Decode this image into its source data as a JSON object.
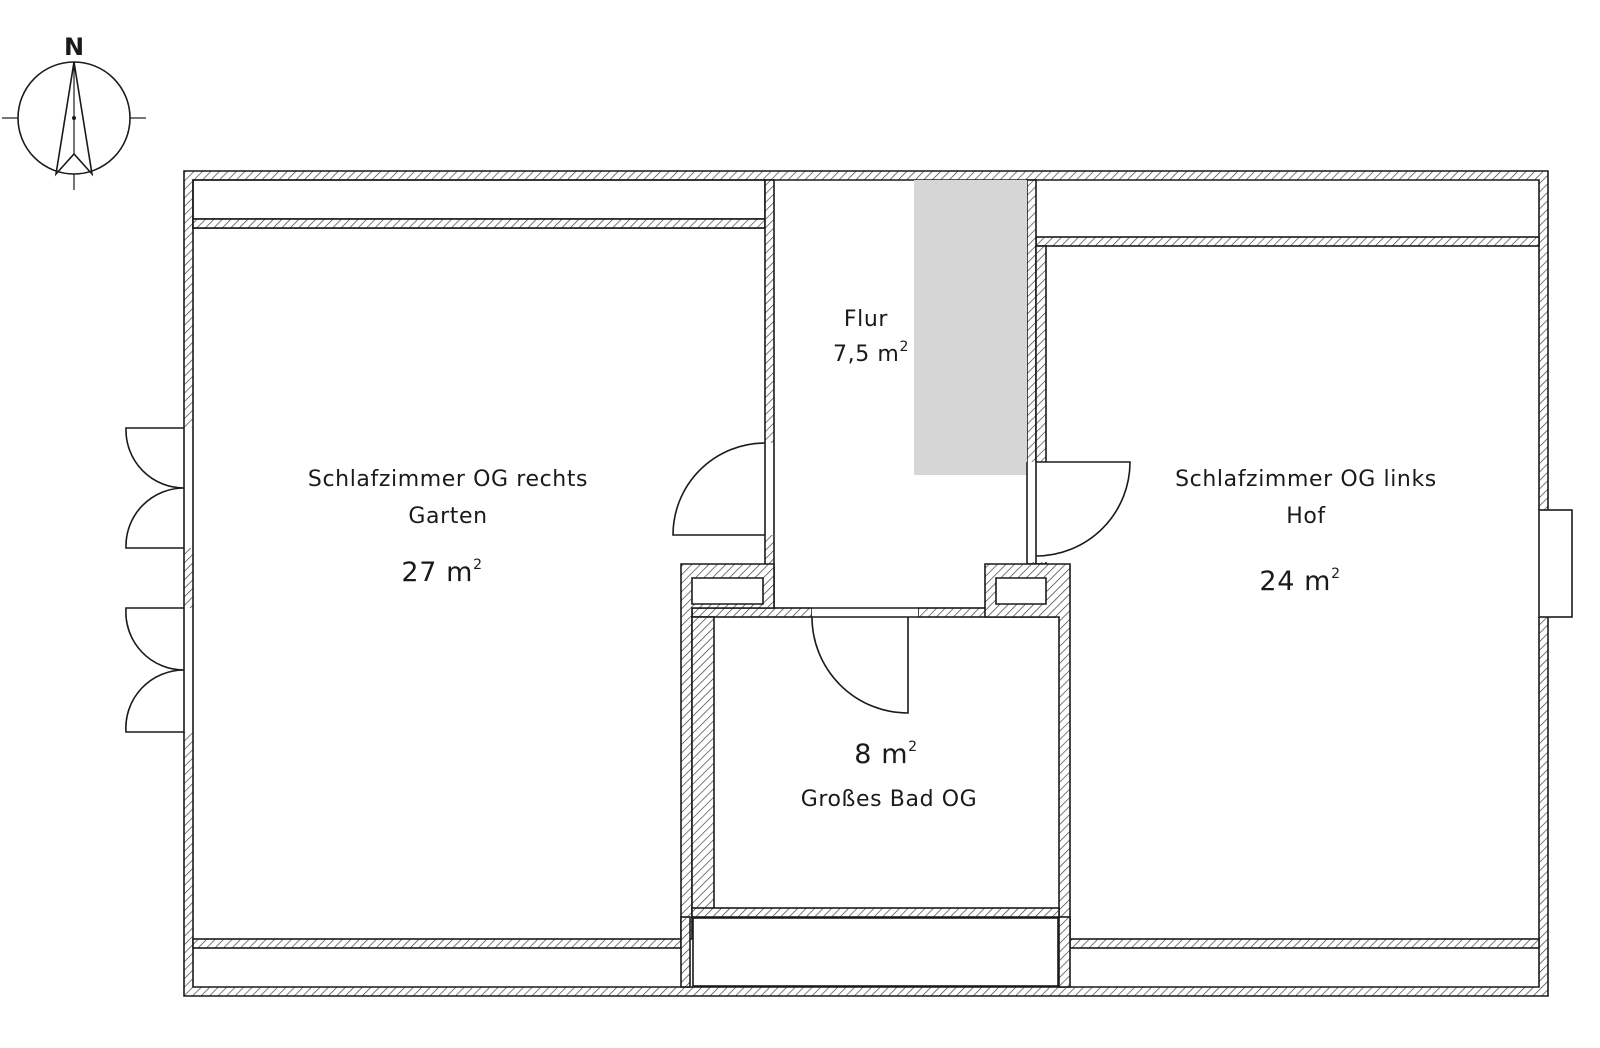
{
  "compass": {
    "north_label": "N",
    "icon": "north-arrow-icon"
  },
  "rooms": {
    "bedroom_right": {
      "name": "Schlafzimmer OG rechts",
      "sub": "Garten",
      "area": "27 m",
      "unit_exp": "2"
    },
    "hall": {
      "name": "Flur",
      "area": "7,5 m",
      "unit_exp": "2"
    },
    "bedroom_left": {
      "name": "Schlafzimmer OG links",
      "sub": "Hof",
      "area": "24 m",
      "unit_exp": "2"
    },
    "bathroom": {
      "name": "Großes Bad OG",
      "area": "8 m",
      "unit_exp": "2"
    }
  },
  "colors": {
    "wall_line": "#1a1a1a",
    "shaded_area": "#d6d6d6",
    "background": "#ffffff"
  }
}
